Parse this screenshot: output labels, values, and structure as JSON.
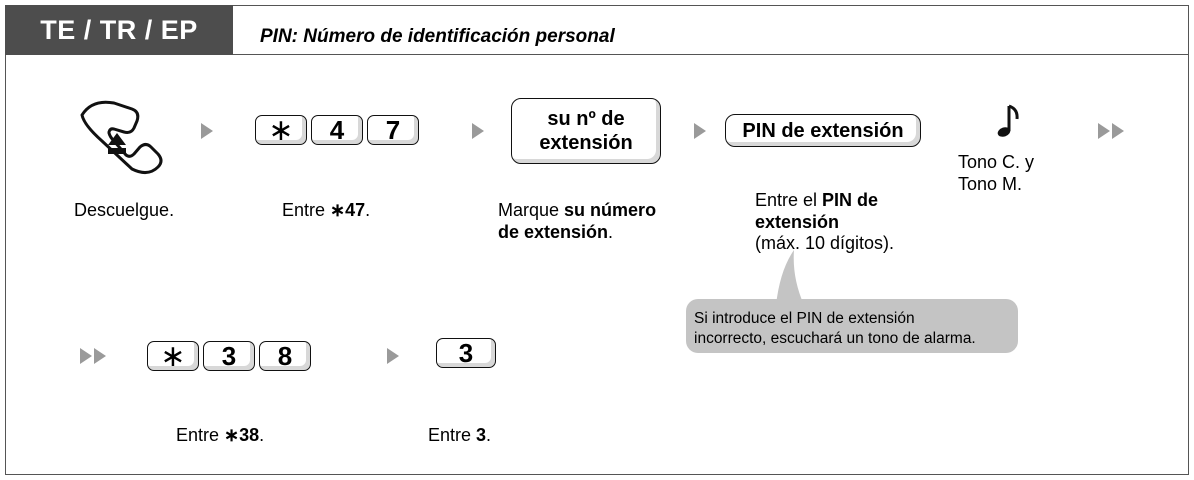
{
  "header": {
    "tag": "TE / TR / EP",
    "subtitle": "PIN: Número de identificación personal"
  },
  "row1": {
    "step1_caption": "Descuelgue.",
    "step2_keys": [
      "4",
      "7"
    ],
    "step2_caption_prefix": "Entre ",
    "step2_caption_star": "∗",
    "step2_caption_bold": "47",
    "step2_caption_suffix": ".",
    "step3_box_line1": "su nº de",
    "step3_box_line2": "extensión",
    "step3_caption_prefix": "Marque ",
    "step3_caption_bold1": "su número",
    "step3_caption_bold2": "de extensión",
    "step3_caption_suffix": ".",
    "step4_box": "PIN de extensión",
    "step4_caption_prefix": "Entre el ",
    "step4_caption_bold1": "PIN de",
    "step4_caption_bold2": "extensión",
    "step4_caption_line3": "(máx. 10 dígitos).",
    "step5_caption_line1": "Tono C. y",
    "step5_caption_line2": "Tono M."
  },
  "callout": {
    "line1": "Si introduce el PIN de extensión",
    "line2": "incorrecto, escuchará un tono de alarma."
  },
  "row2": {
    "step1_keys": [
      "3",
      "8"
    ],
    "step1_caption_prefix": "Entre ",
    "step1_caption_star": "∗",
    "step1_caption_bold": "38",
    "step1_caption_suffix": ".",
    "step2_key": "3",
    "step2_caption_prefix": "Entre ",
    "step2_caption_bold": "3",
    "step2_caption_suffix": "."
  },
  "icons": {
    "star_key_symbol": "∗",
    "handset": "off-hook-handset-icon",
    "tone": "music-note-icon"
  },
  "colors": {
    "header_bg": "#4d4d4d",
    "arrow": "#9a9a9a",
    "callout_bg": "#c4c4c4"
  }
}
